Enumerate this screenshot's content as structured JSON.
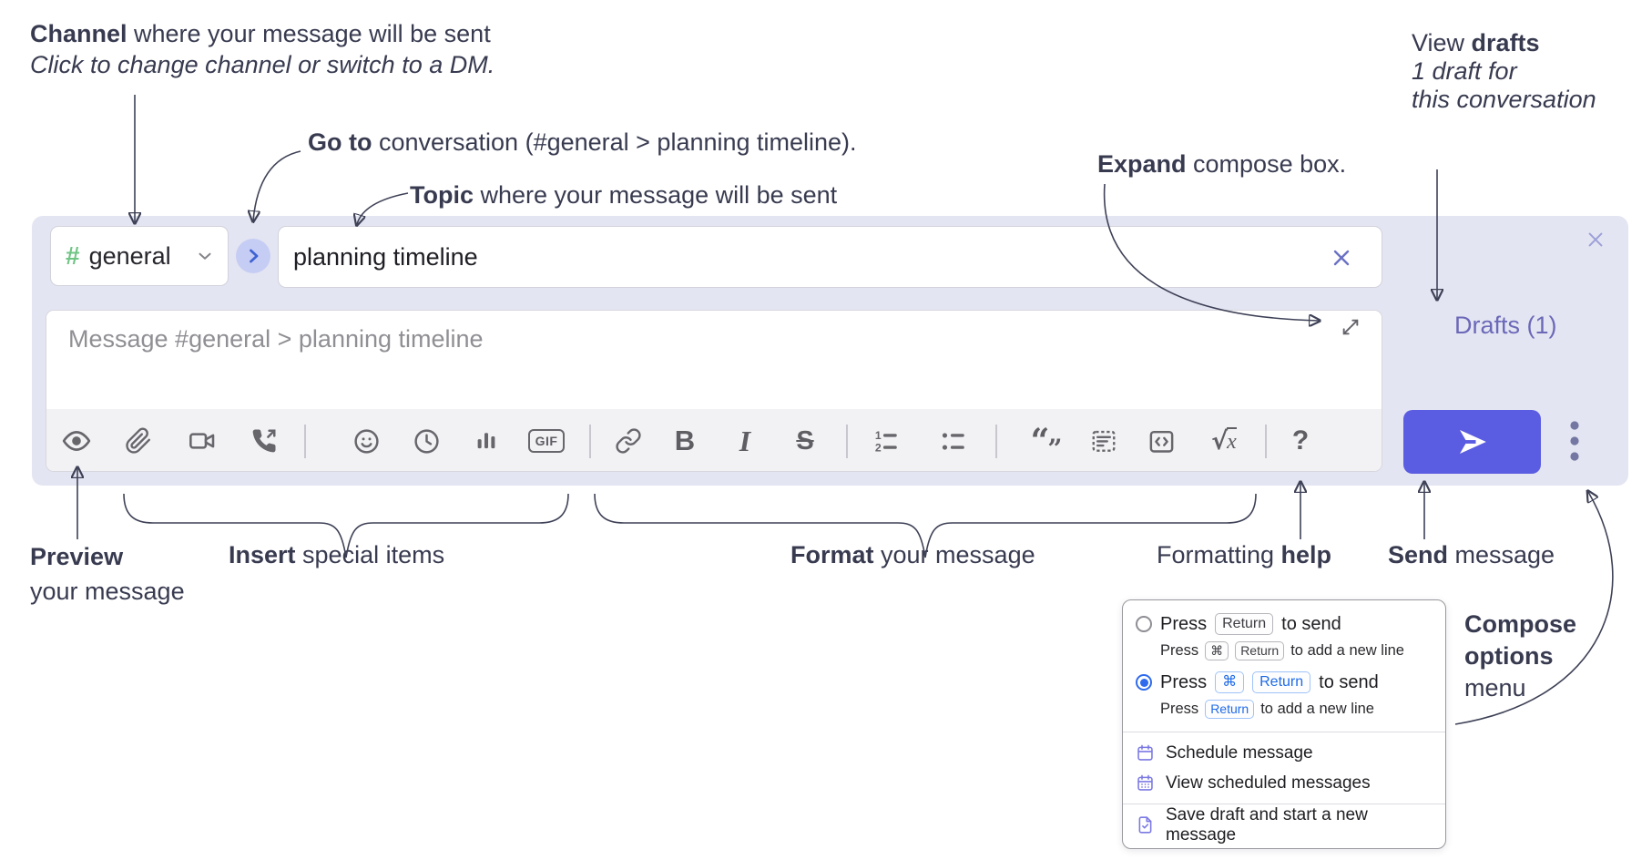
{
  "annotations": {
    "channel": {
      "bold": "Channel",
      "rest": " where your message will be sent",
      "line2": "Click to change channel or switch to a DM."
    },
    "goto": {
      "bold": "Go to",
      "rest": " conversation (#general > planning timeline)."
    },
    "topic": {
      "bold": "Topic",
      "rest": " where your message will be sent"
    },
    "expand": {
      "bold": "Expand",
      "rest": " compose box."
    },
    "drafts": {
      "pre": "View ",
      "bold": "drafts",
      "line2": "1 draft for",
      "line3": "this conversation"
    },
    "preview": {
      "bold": "Preview",
      "line2": "your message"
    },
    "insert": {
      "bold": "Insert",
      "rest": " special items"
    },
    "format": {
      "bold": "Format",
      "rest": " your message"
    },
    "help": {
      "pre": "Formatting ",
      "bold": "help"
    },
    "send": {
      "bold": "Send",
      "rest": " message"
    },
    "compose_options": {
      "line1": "Compose",
      "line2": "options",
      "line3": "menu"
    }
  },
  "compose": {
    "channel": {
      "hash": "#",
      "name": "general"
    },
    "topic_value": "planning timeline",
    "message_placeholder": "Message #general > planning timeline",
    "drafts_link": "Drafts (1)",
    "toolbar_labels": {
      "bold": "B",
      "italic": "I",
      "strike": "S",
      "gif": "GIF",
      "math_root": "√",
      "math_var": "x",
      "help": "?",
      "quote_open": "“",
      "quote_close": "”",
      "ol1": "1",
      "ol2": "2"
    }
  },
  "menu": {
    "option1": {
      "main_pre": "Press",
      "main_key": "Return",
      "main_post": "to send",
      "sub_pre": "Press",
      "sub_key1": "⌘",
      "sub_key2": "Return",
      "sub_post": "to add a new line"
    },
    "option2": {
      "main_pre": "Press",
      "main_key1": "⌘",
      "main_key2": "Return",
      "main_post": "to send",
      "sub_pre": "Press",
      "sub_key": "Return",
      "sub_post": "to add a new line"
    },
    "items": [
      {
        "label": "Schedule message"
      },
      {
        "label": "View scheduled messages"
      },
      {
        "label": "Save draft and start a new message"
      }
    ]
  },
  "colors": {
    "compose_bg": "#e4e5f2",
    "send_button": "#5a5ce1",
    "channel_hash_green": "#6fc584",
    "drafts_purple": "#6b69b8",
    "selected_blue": "#2f6bec",
    "menu_icon_purple": "#7b79e3",
    "annotation_ink": "#383b50"
  }
}
